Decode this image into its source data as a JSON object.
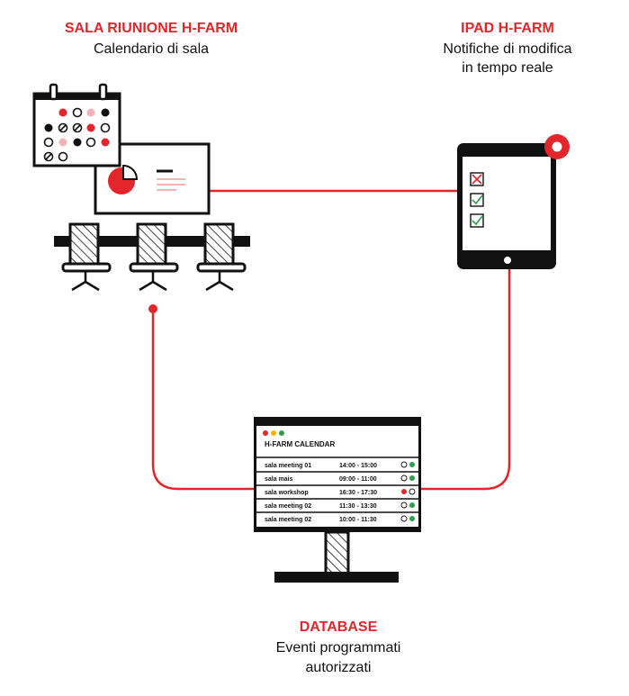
{
  "nodes": {
    "room": {
      "title": "SALA RIUNIONE H-FARM",
      "subtitle": "Calendario di sala"
    },
    "ipad": {
      "title": "IPAD H-FARM",
      "subtitle_line1": "Notifiche di modifica",
      "subtitle_line2": "in tempo reale"
    },
    "database": {
      "title": "DATABASE",
      "subtitle_line1": "Eventi programmati",
      "subtitle_line2": "autorizzati"
    }
  },
  "calendar_app": {
    "title": "H-FARM CALENDAR",
    "rows": [
      {
        "room": "sala meeting 01",
        "time": "14:00 - 15:00",
        "status": [
          "empty",
          "green"
        ]
      },
      {
        "room": "sala mais",
        "time": "09:00 - 11:00",
        "status": [
          "empty",
          "green"
        ]
      },
      {
        "room": "sala workshop",
        "time": "16:30 - 17:30",
        "status": [
          "red",
          "empty"
        ]
      },
      {
        "room": "sala meeting 02",
        "time": "11:30 - 13:30",
        "status": [
          "empty",
          "green"
        ]
      },
      {
        "room": "sala meeting 02",
        "time": "10:00 - 11:30",
        "status": [
          "empty",
          "green"
        ]
      }
    ]
  },
  "colors": {
    "accent": "#e3262b",
    "ink": "#111111",
    "pink": "#f2b4b4",
    "green": "#2e9e4f",
    "yellow": "#f5b400"
  }
}
